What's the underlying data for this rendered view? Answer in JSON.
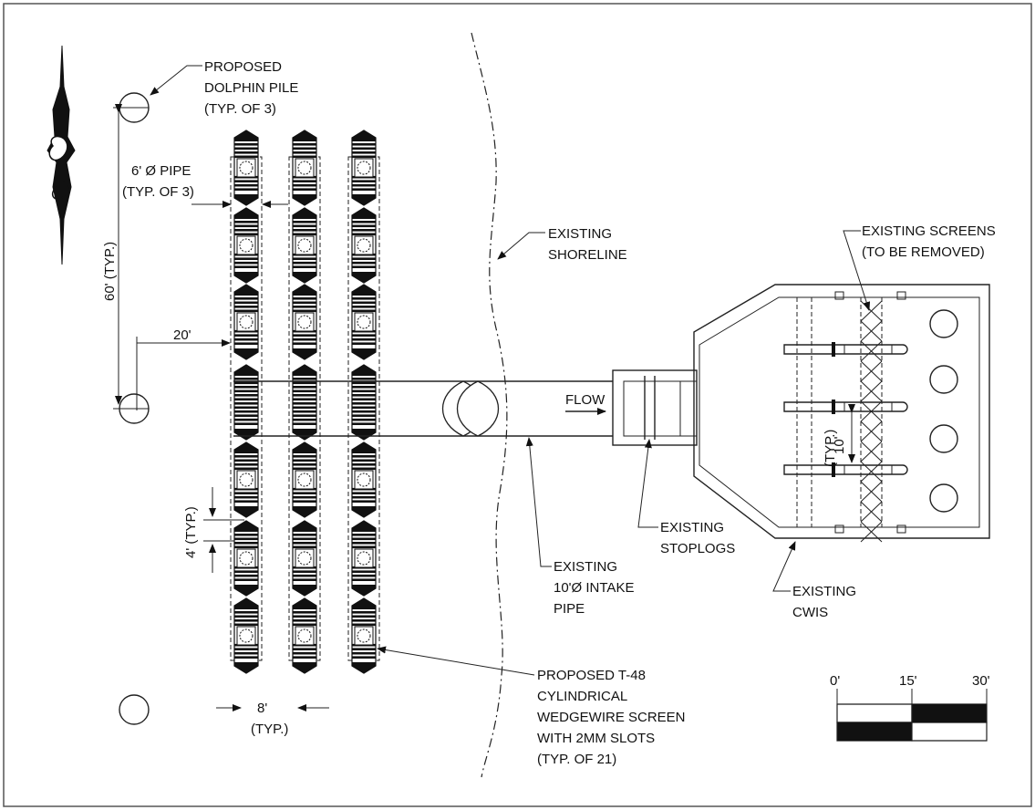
{
  "labels": {
    "dolphin_pile": [
      "PROPOSED",
      "DOLPHIN PILE",
      "(TYP. OF 3)"
    ],
    "pipe": [
      "6' Ø PIPE",
      "(TYP. OF 3)"
    ],
    "spacing_60": "60' (TYP.)",
    "spacing_20": "20'",
    "spacing_4": "4' (TYP.)",
    "spacing_8": [
      "8'",
      "(TYP.)"
    ],
    "shoreline": [
      "EXISTING",
      "SHORELINE"
    ],
    "screens": [
      "EXISTING SCREENS",
      "(TO BE REMOVED)"
    ],
    "flow": "FLOW",
    "spacing_10": [
      "10'",
      "(TYP.)"
    ],
    "stoplogs": [
      "EXISTING",
      "STOPLOGS"
    ],
    "intake": [
      "EXISTING",
      "10'Ø INTAKE",
      "PIPE"
    ],
    "cwis": [
      "EXISTING",
      "CWIS"
    ],
    "wedgewire": [
      "PROPOSED T-48",
      "CYLINDRICAL",
      "WEDGEWIRE SCREEN",
      "WITH 2MM SLOTS",
      "(TYP. OF 21)"
    ]
  },
  "scale_bar": {
    "ticks": [
      "0'",
      "15'",
      "30'"
    ]
  },
  "colors": {
    "ink": "#111111",
    "paper": "#ffffff",
    "frame": "#555555"
  }
}
